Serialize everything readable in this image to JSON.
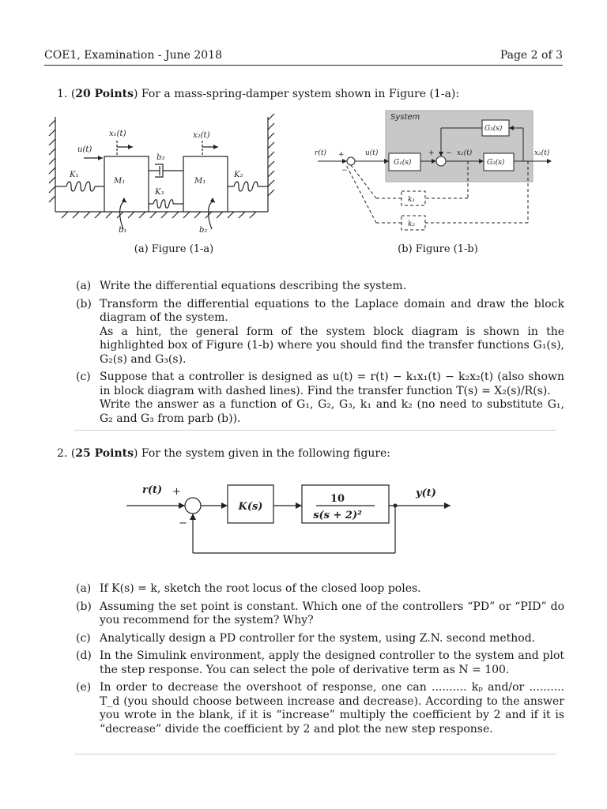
{
  "header": {
    "left": "COE1, Examination - June 2018",
    "right": "Page 2 of 3"
  },
  "q1": {
    "number": "1.",
    "points": "20 Points",
    "open": "(",
    "rest": ") For a mass-spring-damper system shown in Figure (1-a):",
    "fig_a": {
      "caption": "(a) Figure (1-a)",
      "labels": {
        "x1": "x₁(t)",
        "x2": "x₂(t)",
        "u": "u(t)",
        "b3": "b₃",
        "k1": "K₁",
        "m1a": "M₁",
        "k3": "K₃",
        "m1b": "M₁",
        "k2": "K₂",
        "b1": "b₁",
        "b2": "b₂"
      }
    },
    "fig_b": {
      "caption": "(b) Figure (1-b)",
      "labels": {
        "system": "System",
        "r": "r(t)",
        "plus1": "+",
        "minus1": "−",
        "u": "u(t)",
        "g1": "G₁(s)",
        "plus2": "+",
        "minus2": "−",
        "x1": "x₁(t)",
        "g2": "G₂(s)",
        "g3": "G₃(s)",
        "x2": "x₂(t)",
        "k1": "k₁",
        "k2": "k₂"
      }
    },
    "parts": [
      {
        "label": "(a)",
        "text": "Write the differential equations describing the system."
      },
      {
        "label": "(b)",
        "text": "Transform the differential equations to the Laplace domain and draw the block diagram of the system.",
        "text2": "As a hint, the general form of the system block diagram is shown in the highlighted box of Figure (1-b) where you should find the transfer functions G₁(s), G₂(s) and G₃(s)."
      },
      {
        "label": "(c)",
        "text": "Suppose that a controller is designed as u(t) = r(t) − k₁x₁(t) − k₂x₂(t) (also shown in block diagram with dashed lines). Find the transfer function T(s) = X₂(s)/R(s).",
        "text2": "Write the answer as a function of G₁, G₂, G₃, k₁ and k₂ (no need to substitute G₁, G₂ and G₃ from parb (b))."
      }
    ]
  },
  "q2": {
    "number": "2.",
    "points": "25 Points",
    "open": "(",
    "rest": ") For the system given in the following figure:",
    "fig": {
      "r": "r(t)",
      "plus": "+",
      "minus": "−",
      "k": "K(s)",
      "num": "10",
      "den": "s(s + 2)²",
      "y": "y(t)"
    },
    "parts": [
      {
        "label": "(a)",
        "text": "If K(s) = k, sketch the root locus of the closed loop poles."
      },
      {
        "label": "(b)",
        "text": "Assuming the set point is constant. Which one of the controllers “PD” or “PID” do you recommend for the system? Why?"
      },
      {
        "label": "(c)",
        "text": "Analytically design a PD controller for the system, using Z.N. second method."
      },
      {
        "label": "(d)",
        "text": "In the Simulink environment, apply the designed controller to the system and plot the step response. You can select the pole of derivative term as N = 100."
      },
      {
        "label": "(e)",
        "text": "In order to decrease the overshoot of response, one can .......... kₚ and/or .......... T_d (you should choose between increase and decrease). According to the answer you wrote in the blank, if it is “increase” multiply the coefficient by 2 and if it is “decrease” divide the coefficient by 2 and plot the new step response."
      }
    ]
  }
}
